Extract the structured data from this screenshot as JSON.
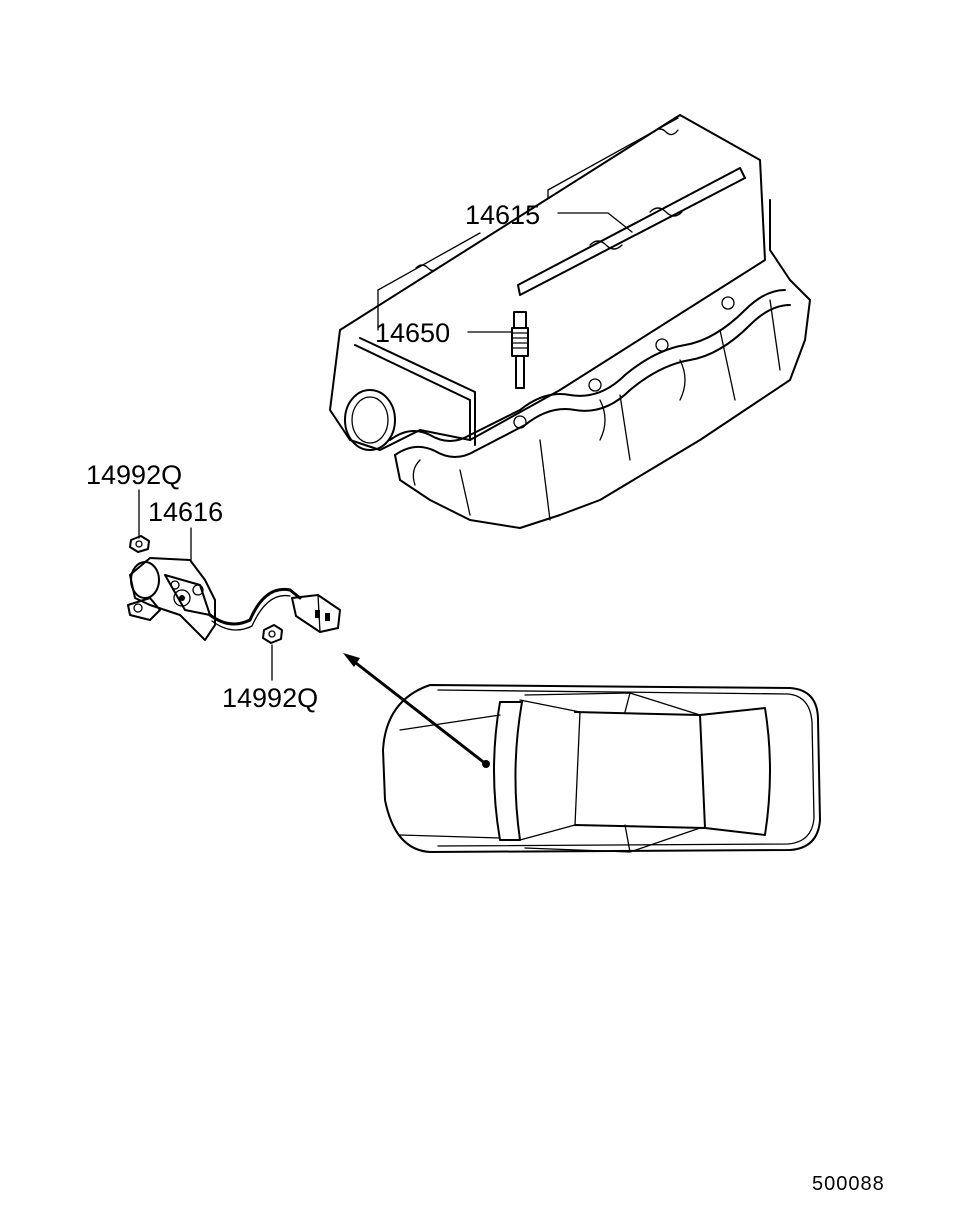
{
  "parts": {
    "rocker_cover": "14615",
    "glow_plug": "14650",
    "nut_upper": "14992Q",
    "glow_relay": "14616",
    "nut_lower": "14992Q"
  },
  "document_number": "500088"
}
